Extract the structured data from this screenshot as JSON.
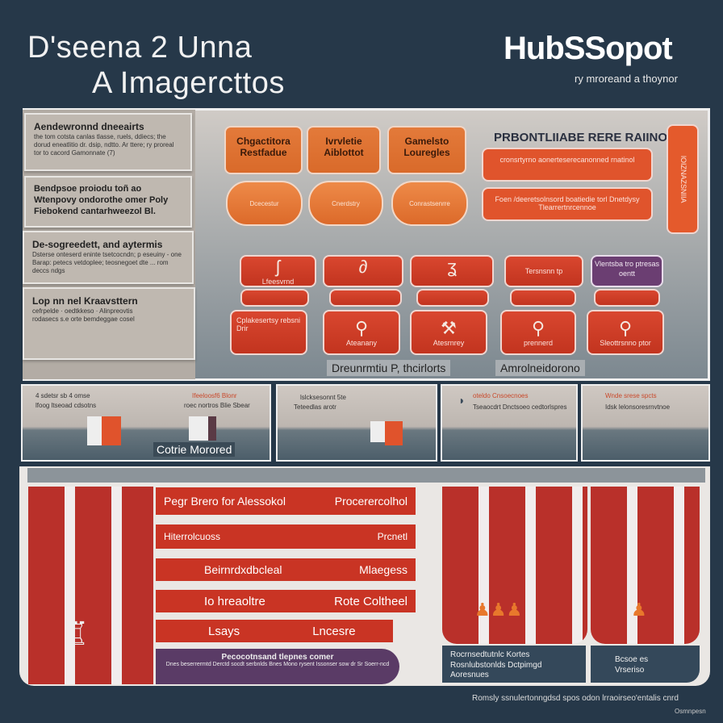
{
  "header": {
    "title_line1": "D'seena 2 Unna",
    "title_line2": "A Imagercttos",
    "logo": "HubSSopot",
    "logo_sub": "ry mroreand a thoynor"
  },
  "left_boxes": [
    {
      "title": "Aendewronnd dneeairts",
      "body": "the tom cotsta canlas tlasse, ruels, ddiecs; the dorud eneatlitio dr. dsip, ndtto. Ar ttere; ry proreal tor to cacord Gamonnate (7)"
    },
    {
      "title": "Bendpsoe proiodu toñ ao Wtenpovy ondorothe omer Poly Fiebokend cantarhweezol Bl.",
      "body": ""
    },
    {
      "title": "De-sogreedett, and aytermis",
      "body": "Dsterse onteserd eninte tsetcocndn; p eseuiny - one Barap: petecs vetdoplee; teosnegoet dte ... rom deccs ndgs"
    },
    {
      "title": "Lop nn nel Kraavsttern",
      "body": "cefrpelde · oedtkkeso · Alinpreovtis",
      "footer": "rodasecs s.e orte bemdeggae cosel"
    }
  ],
  "top_orange": [
    {
      "label": "Chgactitora Restfadue"
    },
    {
      "label": "Ivrvletie Aiblottot"
    },
    {
      "label": "Gamelsto Louregles"
    }
  ],
  "ovals": [
    "Dcecestur",
    "Cnerdstry",
    "Conrastsenrre"
  ],
  "priority": {
    "heading": "PRBONTLIIABE RERE RAIINO",
    "bar1": "cronsrtyrno aonerteserecanonned rnatinol",
    "bar2": "Foen /deeretsolnsord boatiedie torl Dnetdysy Tlearrertnrcennoe",
    "side": "lOIZNAZSNIIA"
  },
  "red_top": [
    "Lfeesvrnd",
    "",
    "Tersnsnn tp",
    ""
  ],
  "purple": "Vlentsba tro ptresas oentt",
  "red_bottom": [
    "Cplakesertsy rebsni Drir",
    "Ateanany",
    "Atesrnrey",
    "prennerd",
    "Sleottrsnno ptor"
  ],
  "captions": [
    "Dreunrmtiu P, thcirlorts",
    "Amrolneidorono"
  ],
  "strip": {
    "p1a": "4 sdetsr sb    4 omse",
    "p1b": "lfoog ltseoad cdsotns",
    "p1c": "Ifeeloosf6 Blonr",
    "p1d": "roec nortros Blie Sbear",
    "caption": "Cotrie Morored",
    "p2a": "lslcksesonnt 5te",
    "p2b": "Teteedlas arotr",
    "p3a": "oteldo Cnsoecnoes",
    "p3b": "Tseaocdrt Dnctsoeo cedtorlspres",
    "p4a": "Wnde srese spcts",
    "p4b": "Idsk lelonsoresrnvtnoe"
  },
  "bars": [
    {
      "left": "Pegr Brero for Alessokol",
      "right": "Procerercolhol"
    },
    {
      "left": "Hiterrolcuoss",
      "right": "Prcnetl"
    },
    {
      "left": "Beirnrdxdbcleal",
      "right": "Mlaegess"
    },
    {
      "left": "Io hreaoltre",
      "right": "Rote Coltheel"
    },
    {
      "left": "Lsays",
      "right": "Lncesre"
    }
  ],
  "purple_bar": {
    "title": "Pecocotnsand tlepnes comer",
    "body": "Dnes beserrermtd Derctd socdt serbnlds Bnes Mono rysent Issonser sow dr Sr Soerr-ncd"
  },
  "right_caps": [
    "Rocrnsedtutnlc Kortes Rosnlubstonlds Dctpimgd Aoresnues",
    "Bcsoe es Vrseriso"
  ],
  "footer": {
    "line1": "Romsly ssnulertonngdsd spos odon lrraoirseo'entalis cnrd",
    "line2": "Osmnpesn"
  }
}
